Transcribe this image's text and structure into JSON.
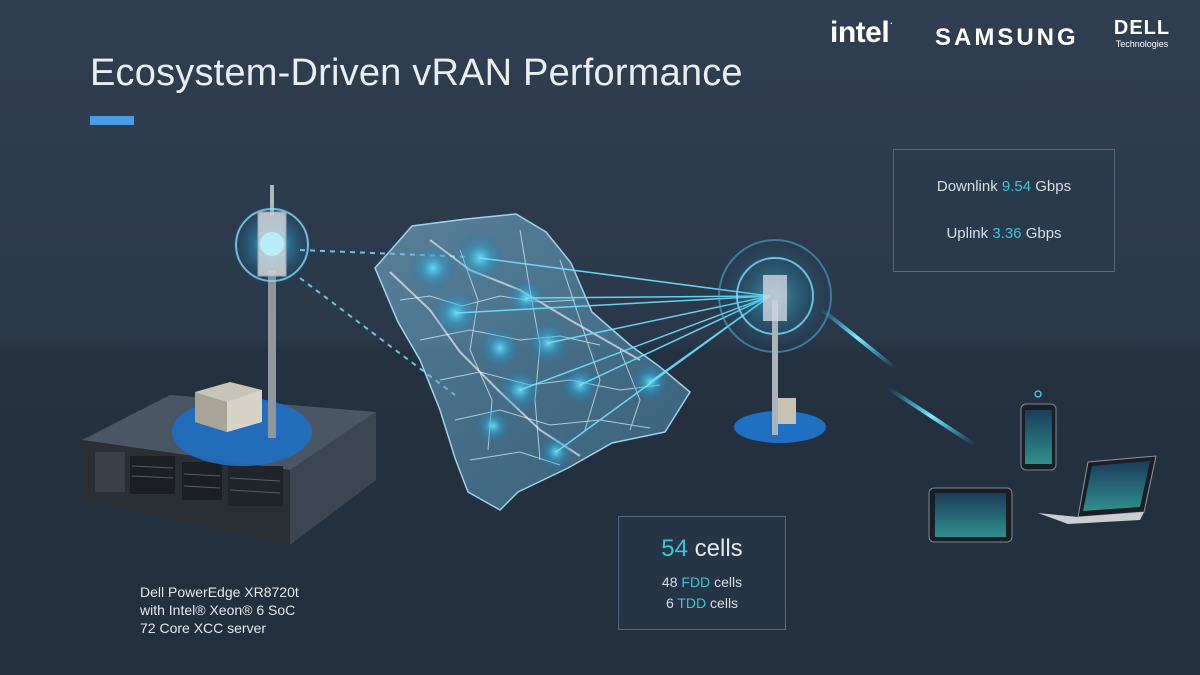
{
  "slide": {
    "title": "Ecosystem-Driven vRAN Performance",
    "accent_color": "#4a9be8",
    "highlight_color": "#3cc4d8"
  },
  "logos": {
    "intel": "intel",
    "samsung": "SAMSUNG",
    "dell_top": "DELL",
    "dell_bottom": "Technologies"
  },
  "throughput": {
    "downlink_label": "Downlink",
    "downlink_value": "9.54",
    "downlink_unit": "Gbps",
    "uplink_label": "Uplink",
    "uplink_value": "3.36",
    "uplink_unit": "Gbps"
  },
  "cells": {
    "total_value": "54",
    "total_label": "cells",
    "fdd_value": "48",
    "fdd_type": "FDD",
    "fdd_label": "cells",
    "tdd_value": "6",
    "tdd_type": "TDD",
    "tdd_label": "cells"
  },
  "server": {
    "line1": "Dell PowerEdge XR8720t",
    "line2": "with Intel® Xeon® 6 SoC",
    "line3": "72 Core XCC server"
  },
  "icons": [
    "cell-tower-icon",
    "server-icon",
    "smartphone-icon",
    "tablet-icon",
    "laptop-icon",
    "coverage-map-icon"
  ]
}
